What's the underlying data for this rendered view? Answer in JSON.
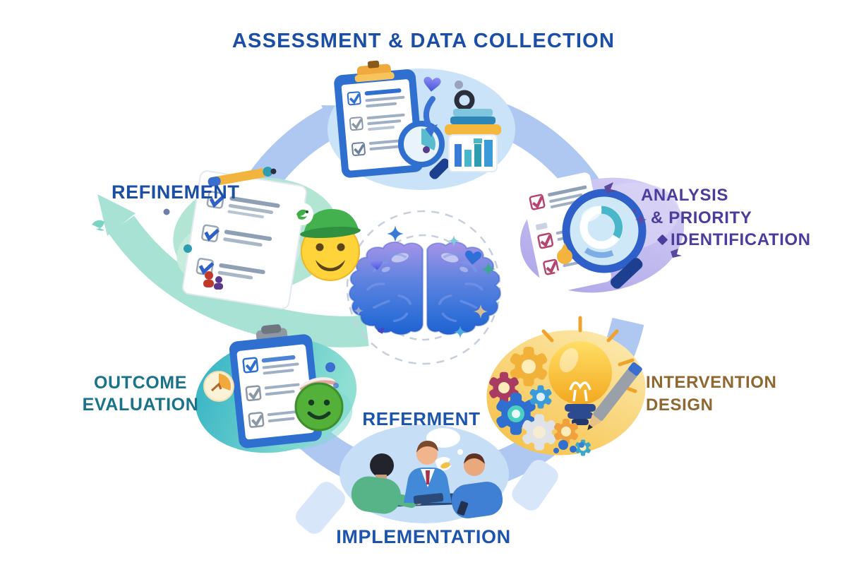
{
  "background_color": "#ffffff",
  "diagram": {
    "type": "cycle",
    "center": {
      "icon": "brain-icon",
      "decoration_icons": [
        "heart-icon",
        "sparkle-icon"
      ],
      "orbit_style": "dashed",
      "orbit_color": "#c6cfdc"
    },
    "ring_color": "#aec8f2",
    "return_arrow_color": "#a7e2d5",
    "nodes": [
      {
        "id": "assessment-data-collection",
        "label": "ASSESSMENT & DATA COLLECTION",
        "label_color": "#1b4ea6",
        "icon": "clipboard-magnifier-chart-icon",
        "blob_color": "#cbe3f8"
      },
      {
        "id": "analysis-priority-identification",
        "label_lines": [
          "ANALYSIS",
          "& PRIORITY",
          "IDENTIFICATION"
        ],
        "label_color": "#4a3d9e",
        "icon": "report-magnifier-icon",
        "blob_color": "#b6aeec"
      },
      {
        "id": "intervention-design",
        "label_lines": [
          "INTERVENTION",
          "DESIGN"
        ],
        "label_color": "#8f6730",
        "icon": "lightbulb-gears-pencil-icon",
        "blob_color": "#f7ca52"
      },
      {
        "id": "implementation",
        "label": "IMPLEMENTATION",
        "label_color": "#1d55ad",
        "icon": "team-discussion-icon",
        "blob_color": "#c6def6"
      },
      {
        "id": "outcome-evaluation",
        "label_lines": [
          "OUTCOME",
          "EVALUATION"
        ],
        "label_color": "#1a7389",
        "icon": "clipboard-smiley-icon",
        "blob_color": "#3db4c6"
      },
      {
        "id": "refinement",
        "label": "REFINEMENT",
        "label_color": "#1b4ea6",
        "icon": "checklist-smiley-icon",
        "blob_color": "#b2e5d3"
      }
    ],
    "extra_labels": [
      {
        "id": "referment",
        "text": "REFERMENT",
        "color": "#1d55ad"
      }
    ]
  }
}
